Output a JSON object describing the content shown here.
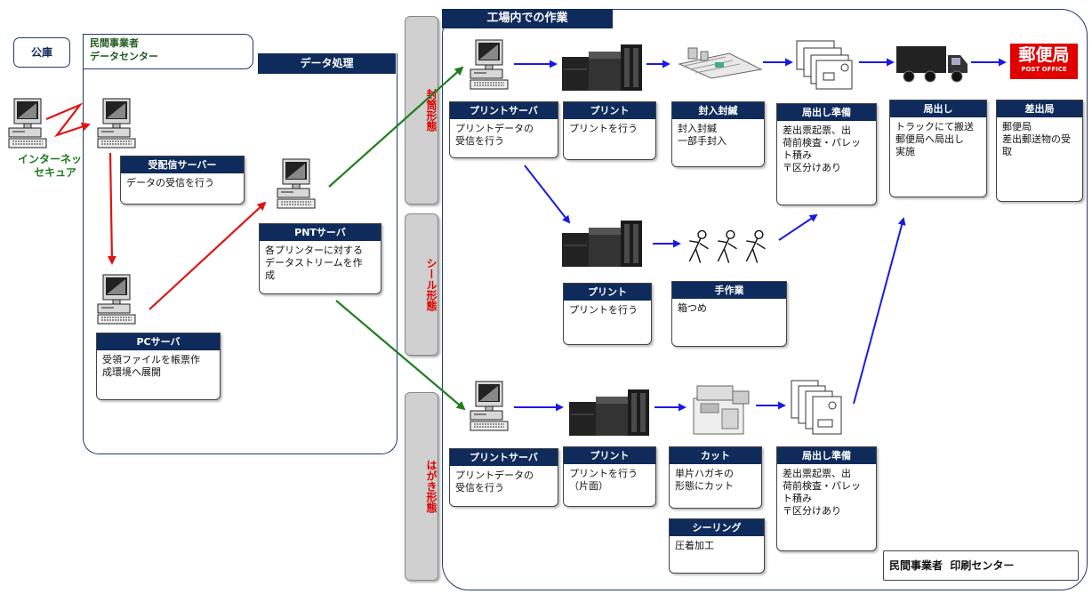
{
  "colors": {
    "navy": "#0f2b5b",
    "flow_blue": "#1a1ae6",
    "flow_green": "#1e7d1e",
    "flow_red": "#e01414",
    "band_text": "#e00000",
    "post_red": "#e10000"
  },
  "public": {
    "label": "公庫"
  },
  "internet": {
    "label": "インターネット\nセキュア"
  },
  "data_center": {
    "label": "民間事業者\nデータセンター",
    "section_title": "データ処理",
    "receive_server": {
      "title": "受配信サーバー",
      "body": "データの受信を行う"
    },
    "pc_server": {
      "title": "PCサーバ",
      "body": "受領ファイルを帳票作\n成環境へ展開"
    },
    "pnt_server": {
      "title": "PNTサーバ",
      "body": "各プリンターに対する\nデータストリームを作\n成"
    }
  },
  "bands": {
    "envelope": "封筒形態",
    "seal": "シール形態",
    "postcard": "はがき形態"
  },
  "factory": {
    "title": "工場内での作業",
    "footer": "民間事業者  印刷センター",
    "post_logo": {
      "main": "郵便局",
      "sub": "POST OFFICE"
    },
    "row1": [
      {
        "title": "プリントサーバ",
        "body": "プリントデータの\n受信を行う"
      },
      {
        "title": "プリント",
        "body": "プリントを行う"
      },
      {
        "title": "封入封緘",
        "body": "封入封緘\n一部手封入"
      },
      {
        "title": "局出し準備",
        "body": "差出票起票、出\n荷前検査・パレッ\nト積み\n〒区分けあり"
      },
      {
        "title": "局出し",
        "body": "トラックにて搬送\n郵便局へ局出し\n実施"
      },
      {
        "title": "差出局",
        "body": "郵便局\n差出郵送物の受\n取"
      }
    ],
    "row2": [
      {
        "title": "プリント",
        "body": "プリントを行う"
      },
      {
        "title": "手作業",
        "body": "箱つめ"
      }
    ],
    "row3": [
      {
        "title": "プリントサーバ",
        "body": "プリントデータの\n受信を行う"
      },
      {
        "title": "プリント",
        "body": "プリントを行う\n（片面）"
      },
      {
        "title": "カット",
        "body": "単片ハガキの\n形態にカット"
      },
      {
        "title": "局出し準備",
        "body": "差出票起票、出\n荷前検査・パレッ\nト積み\n〒区分けあり"
      }
    ],
    "sealing": {
      "title": "シーリング",
      "body": "圧着加工"
    }
  },
  "icons": [
    "computer-icon",
    "printer-icon",
    "inserter-icon",
    "envelope-stack-icon",
    "truck-icon",
    "worker-icon",
    "cutter-icon",
    "postcard-stack-icon"
  ]
}
